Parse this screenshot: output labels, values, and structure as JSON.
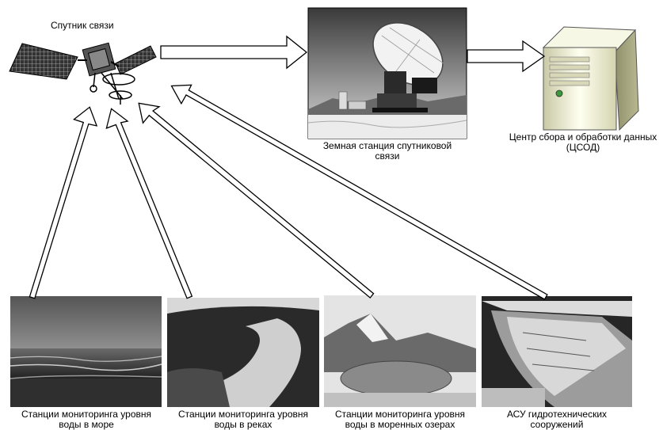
{
  "satellite": {
    "label": "Спутник связи"
  },
  "ground_station": {
    "label_line1": "Земная станция спутниковой",
    "label_line2": "связи"
  },
  "data_center": {
    "label_line1": "Центр сбора и обработки данных",
    "label_line2": "(ЦСОД)"
  },
  "stations": [
    {
      "line1": "Станции мониторинга уровня",
      "line2": "воды в море"
    },
    {
      "line1": "Станции мониторинга уровня",
      "line2": "воды в реках"
    },
    {
      "line1": "Станции мониторинга уровня",
      "line2": "воды в моренных озерах"
    },
    {
      "line1": "АСУ гидротехнических",
      "line2": "сооружений"
    }
  ]
}
